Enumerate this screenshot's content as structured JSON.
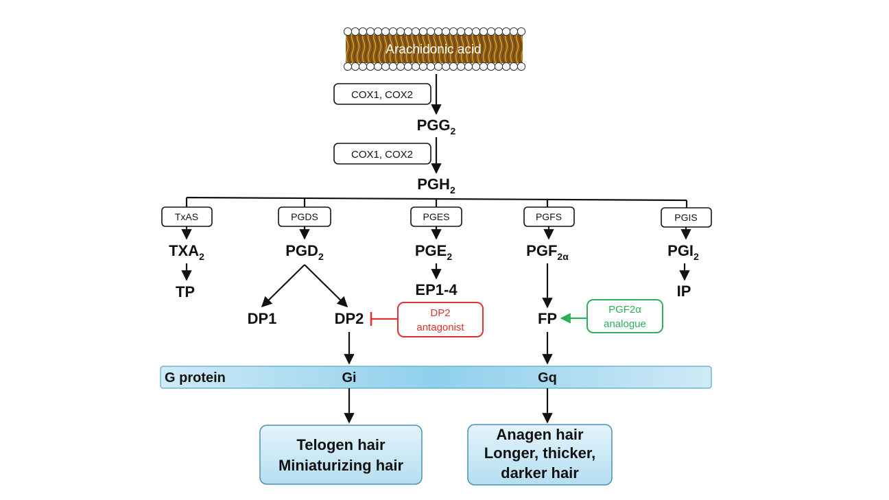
{
  "membrane": {
    "label": "Arachidonic acid"
  },
  "enzymes": {
    "cox_1": "COX1, COX2",
    "cox_2": "COX1, COX2",
    "txas": "TxAS",
    "pgds": "PGDS",
    "pges": "PGES",
    "pgfs": "PGFS",
    "pgis": "PGIS"
  },
  "nodes": {
    "pgg2": {
      "base": "PGG",
      "sub": "2"
    },
    "pgh2": {
      "base": "PGH",
      "sub": "2"
    },
    "txa2": {
      "base": "TXA",
      "sub": "2"
    },
    "pgd2": {
      "base": "PGD",
      "sub": "2"
    },
    "pge2": {
      "base": "PGE",
      "sub": "2"
    },
    "pgf2a": {
      "base": "PGF",
      "sub": "2α"
    },
    "pgi2": {
      "base": "PGI",
      "sub": "2"
    },
    "tp": "TP",
    "dp1": "DP1",
    "dp2": "DP2",
    "ep14": "EP1-4",
    "fp": "FP",
    "ip": "IP"
  },
  "modulators": {
    "dp2_antagonist": {
      "line1": "DP2",
      "line2": "antagonist",
      "color": "#e03131"
    },
    "pgf2a_analogue": {
      "line1": "PGF2α",
      "line2": "analogue",
      "color": "#2fae5e"
    }
  },
  "gprotein": {
    "label": "G protein",
    "gi": "Gi",
    "gq": "Gq",
    "fill": "#a9dbf0"
  },
  "outcomes": {
    "left": {
      "line1": "Telogen hair",
      "line2": "Miniaturizing hair"
    },
    "right": {
      "line1": "Anagen hair",
      "line2": "Longer, thicker,",
      "line3": "darker hair"
    }
  }
}
